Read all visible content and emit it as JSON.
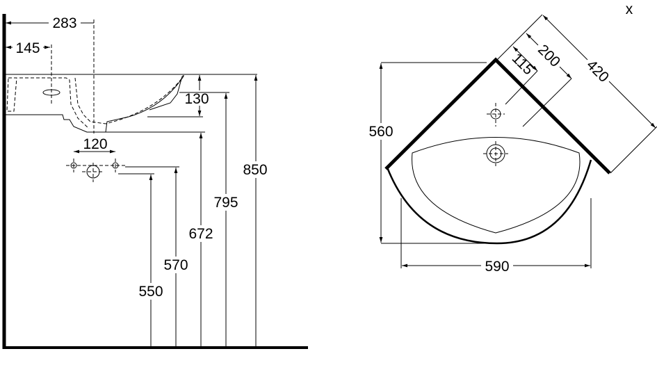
{
  "side_view": {
    "dimensions": {
      "width_283": "283",
      "tap_145": "145",
      "depth_130": "130",
      "holes_120": "120",
      "height_850": "850",
      "height_795": "795",
      "height_672": "672",
      "height_570": "570",
      "height_550": "550"
    }
  },
  "top_view": {
    "dimensions": {
      "depth_560": "560",
      "width_590": "590",
      "side_420": "420",
      "offset_200": "200",
      "offset_115": "115"
    },
    "close_mark": "x"
  }
}
